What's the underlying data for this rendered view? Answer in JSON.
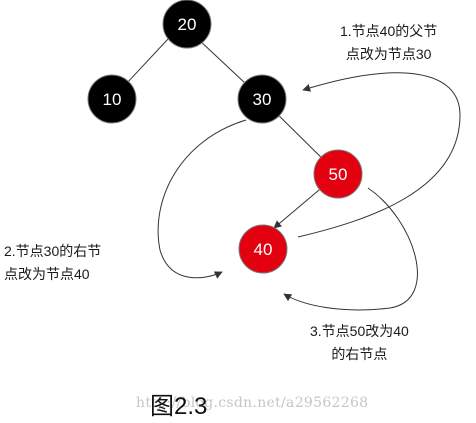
{
  "tree": {
    "nodes": [
      {
        "id": "n20",
        "label": "20",
        "color": "black"
      },
      {
        "id": "n10",
        "label": "10",
        "color": "black"
      },
      {
        "id": "n30",
        "label": "30",
        "color": "black"
      },
      {
        "id": "n50",
        "label": "50",
        "color": "red"
      },
      {
        "id": "n40",
        "label": "40",
        "color": "red"
      }
    ],
    "edges": [
      {
        "from": "n20",
        "to": "n10"
      },
      {
        "from": "n20",
        "to": "n30"
      },
      {
        "from": "n30",
        "to": "n50"
      },
      {
        "from": "n50",
        "to": "n40"
      }
    ]
  },
  "notes": {
    "top_right": {
      "line1": "1.节点40的父节",
      "line2": "点改为节点30"
    },
    "left": {
      "line1": "2.节点30的右节",
      "line2": "点改为节点40"
    },
    "bottom_right": {
      "line1": "3.节点50改为40",
      "line2": "的右节点"
    }
  },
  "caption": "图2.3",
  "watermark": "http://blog.csdn.net/a29562268",
  "colors": {
    "black_node": "#000000",
    "red_node": "#e3000f",
    "edge": "#333333",
    "node_stroke": "#7a7a7a"
  }
}
